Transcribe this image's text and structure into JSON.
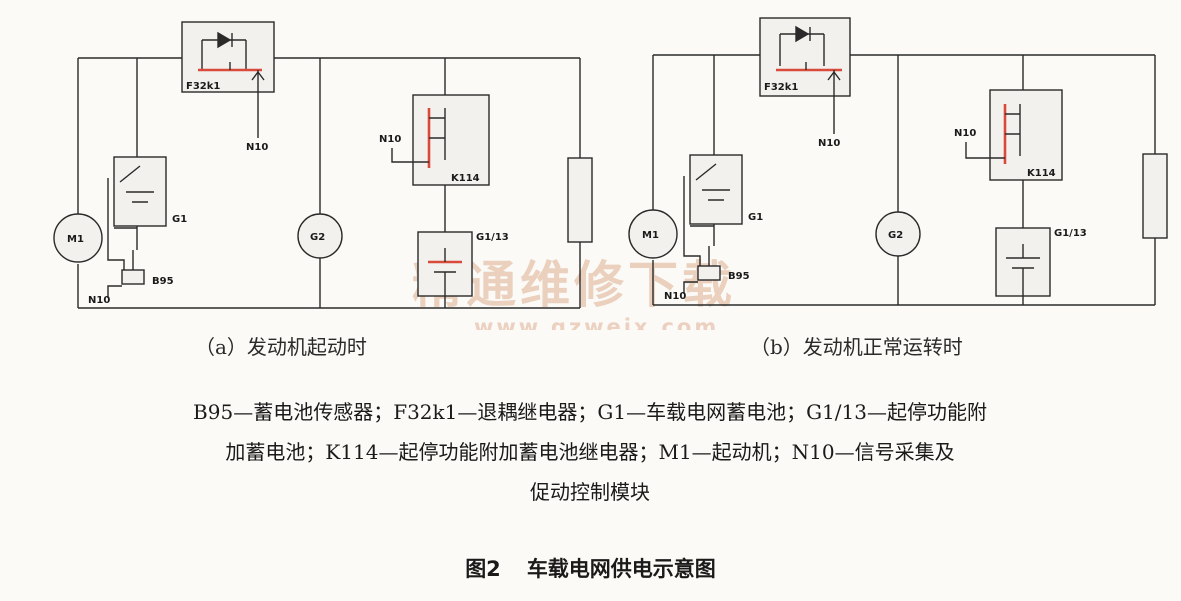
{
  "diagram_a": {
    "caption": "（a）发动机起动时",
    "labels": {
      "relay": "F32k1",
      "n10_top": "N10",
      "n10_k": "N10",
      "k114": "K114",
      "g1": "G1",
      "g1_13": "G1/13",
      "m1": "M1",
      "g2": "G2",
      "b95": "B95",
      "n10_bottom": "N10"
    }
  },
  "diagram_b": {
    "caption": "（b）发动机正常运转时",
    "labels": {
      "relay": "F32k1",
      "n10_top": "N10",
      "n10_k": "N10",
      "k114": "K114",
      "g1": "G1",
      "g1_13": "G1/13",
      "m1": "M1",
      "g2": "G2",
      "b95": "B95",
      "n10_bottom": "N10"
    }
  },
  "watermark": {
    "text": "精通维修下载",
    "url": "www.gzweix.com"
  },
  "legend": {
    "line1": "B95—蓄电池传感器；F32k1—退耦继电器；G1—车载电网蓄电池；G1/13—起停功能附",
    "line2": "加蓄电池；K114—起停功能附加蓄电池继电器；M1—起动机；N10—信号采集及",
    "line3": "促动控制模块"
  },
  "figure": {
    "number": "图2",
    "title": "车载电网供电示意图"
  },
  "colors": {
    "active_contact": "#d84a3a",
    "wire": "#2a2a2a",
    "watermark": "#e8c9b4"
  }
}
